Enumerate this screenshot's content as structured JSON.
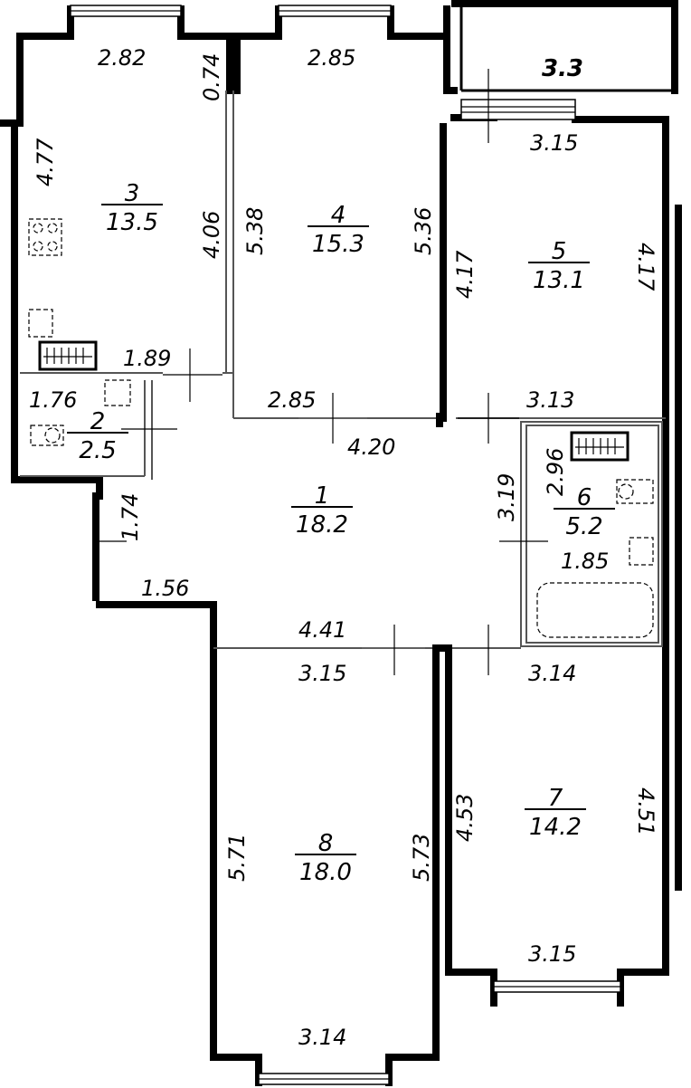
{
  "rooms": [
    {
      "number": "1",
      "area": "18.2"
    },
    {
      "number": "2",
      "area": "2.5"
    },
    {
      "number": "3",
      "area": "13.5"
    },
    {
      "number": "4",
      "area": "15.3"
    },
    {
      "number": "5",
      "area": "13.1"
    },
    {
      "number": "6",
      "area": "5.2"
    },
    {
      "number": "7",
      "area": "14.2"
    },
    {
      "number": "8",
      "area": "18.0"
    }
  ],
  "balcony_area": "3.3",
  "dimensions": {
    "r3_top": "2.82",
    "r3_left": "4.77",
    "r3_right": "4.06",
    "r3_nub": "0.74",
    "r4_top": "2.85",
    "r4_left": "5.38",
    "r4_right": "5.36",
    "r4_bottom": "2.85",
    "r5_top": "3.15",
    "r5_left": "4.17",
    "r5_right": "4.17",
    "r5_bottom": "3.13",
    "r2_top": "1.89",
    "r2_left": "1.76",
    "hall_a": "4.20",
    "hall_b": "3.19",
    "hall_c": "1.74",
    "hall_d": "1.56",
    "hall_e": "4.41",
    "r6_left": "2.96",
    "r6_bottom": "1.85",
    "r8_top": "3.15",
    "r8_left": "5.71",
    "r8_right": "5.73",
    "r8_bottom": "3.14",
    "r7_top": "3.14",
    "r7_left": "4.53",
    "r7_right": "4.51",
    "r7_bottom": "3.15"
  }
}
